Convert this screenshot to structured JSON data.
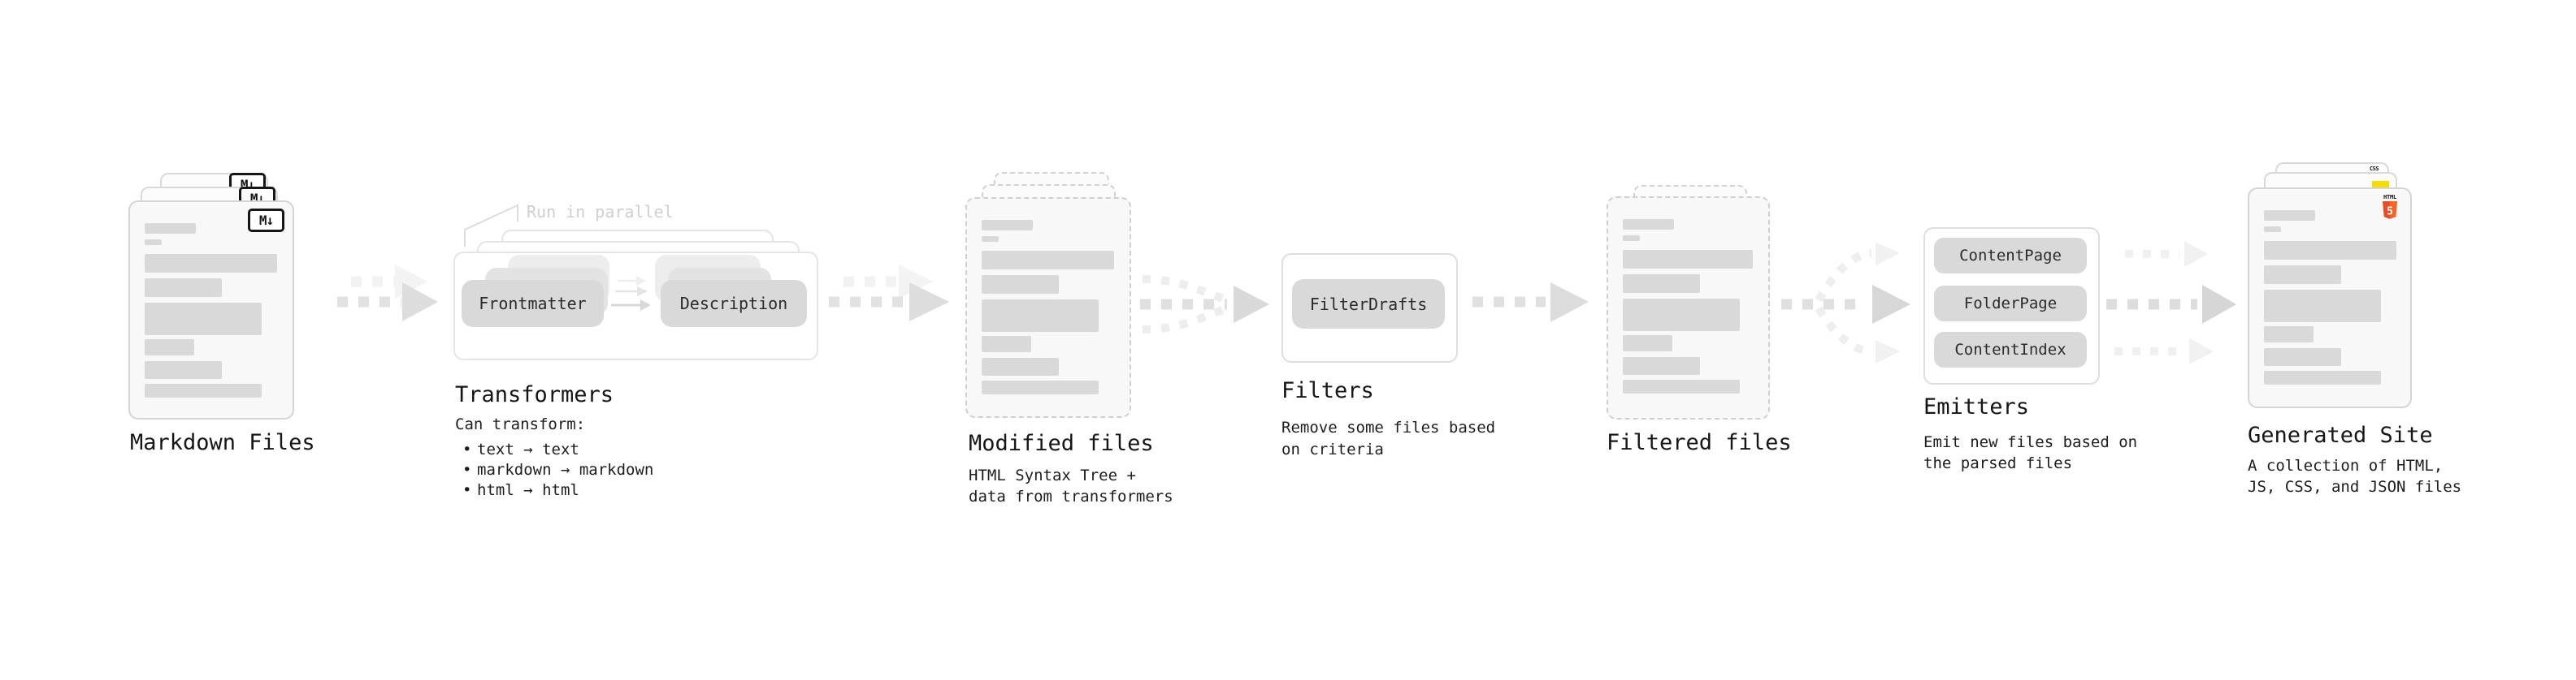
{
  "stages": {
    "markdown_files": {
      "label": "Markdown Files",
      "badge": "M↓"
    },
    "transformers": {
      "note": "Run in parallel",
      "pills": [
        "Frontmatter",
        "Description"
      ],
      "heading": "Transformers",
      "desc_title": "Can transform:",
      "bullets": [
        "text → text",
        "markdown → markdown",
        "html → html"
      ]
    },
    "modified_files": {
      "heading": "Modified files",
      "desc": [
        "HTML Syntax Tree +",
        "data from transformers"
      ]
    },
    "filters": {
      "heading": "Filters",
      "pill": "FilterDrafts",
      "desc": [
        "Remove some files based",
        "on criteria"
      ]
    },
    "filtered_files": {
      "heading": "Filtered files"
    },
    "emitters": {
      "heading": "Emitters",
      "pills": [
        "ContentPage",
        "FolderPage",
        "ContentIndex"
      ],
      "desc": [
        "Emit new files based on",
        "the parsed files"
      ]
    },
    "generated_site": {
      "heading": "Generated Site",
      "desc": [
        "A collection of HTML,",
        "JS, CSS, and JSON files"
      ],
      "badges": {
        "css": "CSS",
        "html": "HTML",
        "html_version": "5"
      }
    }
  },
  "colors": {
    "js_yellow": "#f5dd00",
    "css_blue": "#2b6be8",
    "html_orange": "#e44d26",
    "html_orange_light": "#f16529"
  }
}
